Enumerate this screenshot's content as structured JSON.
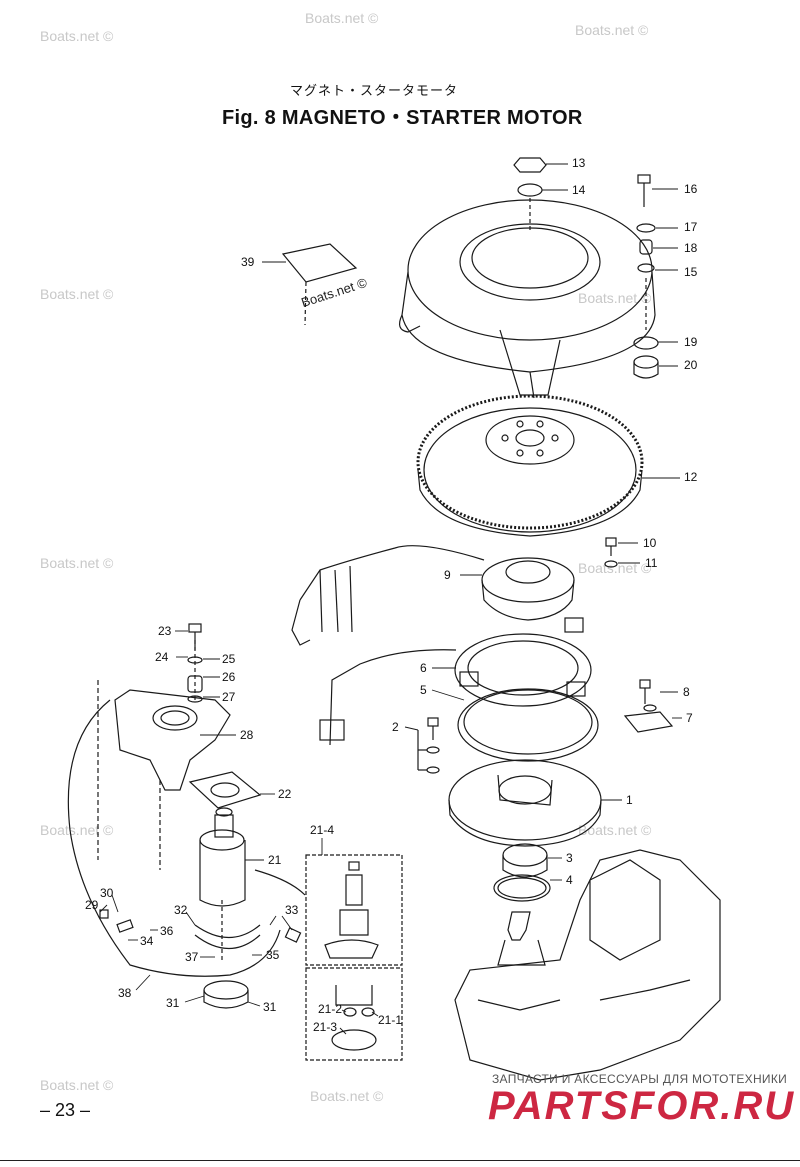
{
  "header": {
    "subtitle_jp": "マグネト・スタータモータ",
    "title": "Fig. 8    MAGNETO・STARTER MOTOR"
  },
  "watermark": "Boats.net ©",
  "page_number": "– 23 –",
  "shop": {
    "subtitle": "ЗАПЧАСТИ И АКСЕССУАРЫ ДЛЯ МОТОТЕХНИКИ",
    "brand": "PARTSFOR.RU"
  },
  "callouts": {
    "c13": "13",
    "c14": "14",
    "c16": "16",
    "c17": "17",
    "c18": "18",
    "c15": "15",
    "c39": "39",
    "c19": "19",
    "c20": "20",
    "c12": "12",
    "c10": "10",
    "c11": "11",
    "c9": "9",
    "c23": "23",
    "c24": "24",
    "c25": "25",
    "c26": "26",
    "c27": "27",
    "c6": "6",
    "c5": "5",
    "c8": "8",
    "c7": "7",
    "c2": "2",
    "c28": "28",
    "c22": "22",
    "c1": "1",
    "c21_4": "21-4",
    "c21": "21",
    "c3": "3",
    "c4": "4",
    "c30": "30",
    "c29": "29",
    "c32": "32",
    "c33": "33",
    "c34": "34",
    "c36": "36",
    "c37": "37",
    "c35": "35",
    "c38": "38",
    "c31a": "31",
    "c31b": "31",
    "c21_2": "21-2",
    "c21_1": "21-1",
    "c21_3": "21-3"
  }
}
